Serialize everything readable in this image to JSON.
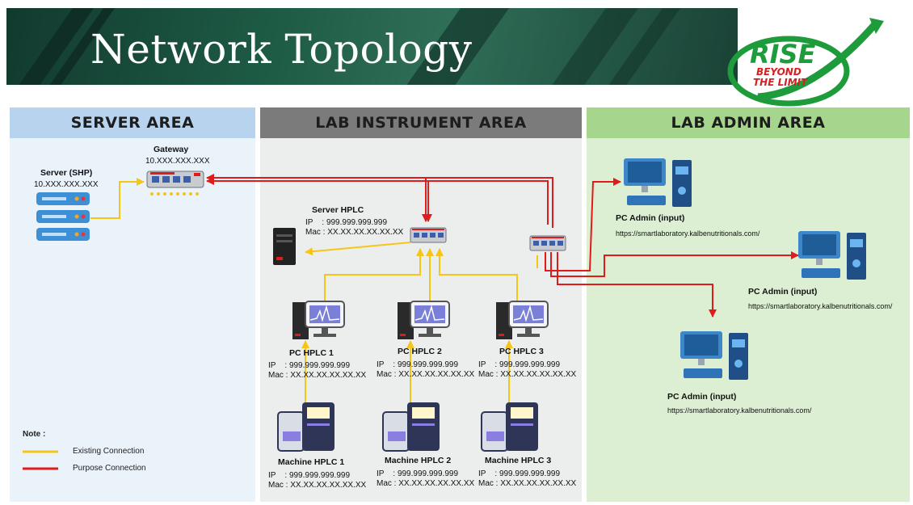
{
  "header": {
    "title": "Network Topology",
    "logo_word": "RISE",
    "logo_tagline_1": "BEYOND",
    "logo_tagline_2": "THE LIMIT"
  },
  "areas": {
    "server": "SERVER AREA",
    "lab": "LAB INSTRUMENT AREA",
    "admin": "LAB ADMIN AREA"
  },
  "server_area": {
    "server_name": "Server (SHP)",
    "server_ip": "10.XXX.XXX.XXX",
    "gateway_name": "Gateway",
    "gateway_ip": "10.XXX.XXX.XXX"
  },
  "server_hplc": {
    "name": "Server HPLC",
    "ip": "IP    : 999.999.999.999",
    "mac": "Mac : XX.XX.XX.XX.XX.XX"
  },
  "pcs": [
    {
      "name": "PC HPLC 1",
      "ip": "IP    : 999.999.999.999",
      "mac": "Mac : XX.XX.XX.XX.XX.XX"
    },
    {
      "name": "PC HPLC 2",
      "ip": "IP    : 999.999.999.999",
      "mac": "Mac : XX.XX.XX.XX.XX.XX"
    },
    {
      "name": "PC HPLC 3",
      "ip": "IP    : 999.999.999.999",
      "mac": "Mac : XX.XX.XX.XX.XX.XX"
    }
  ],
  "machines": [
    {
      "name": "Machine HPLC 1",
      "ip": "IP    : 999.999.999.999",
      "mac": "Mac : XX.XX.XX.XX.XX.XX"
    },
    {
      "name": "Machine HPLC 2",
      "ip": "IP    : 999.999.999.999",
      "mac": "Mac : XX.XX.XX.XX.XX.XX"
    },
    {
      "name": "Machine HPLC 3",
      "ip": "IP    : 999.999.999.999",
      "mac": "Mac : XX.XX.XX.XX.XX.XX"
    }
  ],
  "admins": [
    {
      "name": "PC Admin (input)",
      "url": "https://smartlaboratory.kalbenutritionals.com/"
    },
    {
      "name": "PC Admin (input)",
      "url": "https://smartlaboratory.kalbenutritionals.com/"
    },
    {
      "name": "PC Admin (input)",
      "url": "https://smartlaboratory.kalbenutritionals.com/"
    }
  ],
  "legend": {
    "title": "Note :",
    "existing": "Existing Connection",
    "purpose": "Purpose Connection"
  },
  "colors": {
    "existing": "#f5c518",
    "purpose": "#e11b1b",
    "server_area_bg": "#eaf2fa",
    "server_area_head": "#b7d3ee",
    "lab_area_bg": "#eceeee",
    "lab_area_head": "#7b7b7b",
    "admin_area_bg": "#dcefd3",
    "admin_area_head": "#a6d68d"
  }
}
